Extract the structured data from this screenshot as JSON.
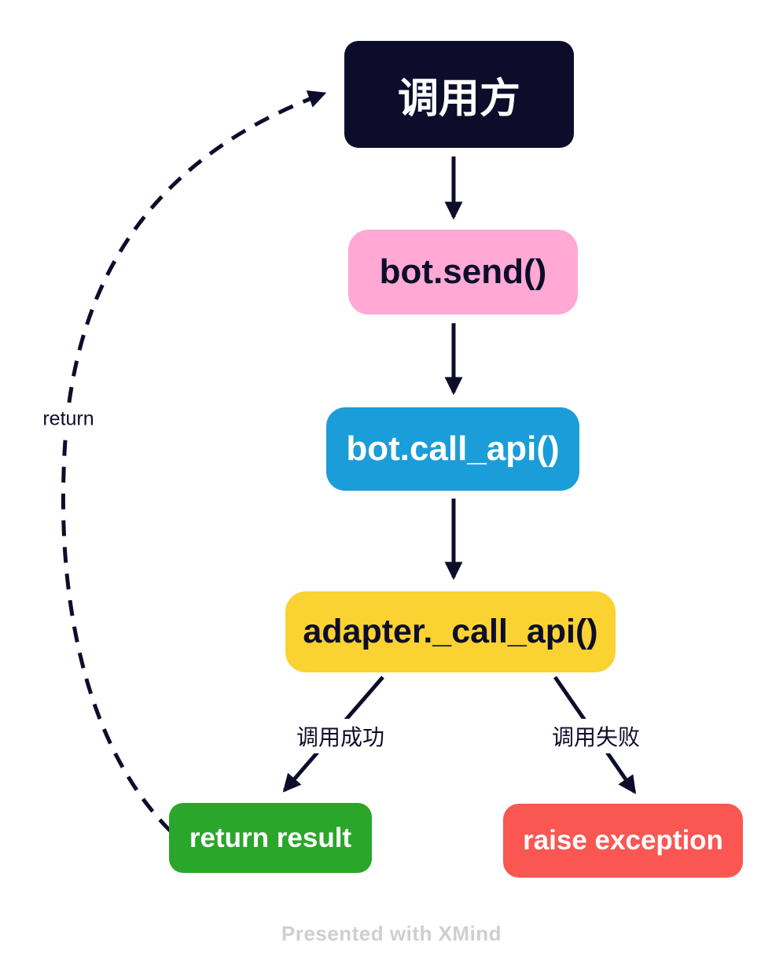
{
  "diagram": {
    "nodes": {
      "caller": {
        "label": "调用方"
      },
      "bot_send": {
        "label": "bot.send()"
      },
      "bot_call_api": {
        "label": "bot.call_api()"
      },
      "adapter_call_api": {
        "label": "adapter._call_api()"
      },
      "return_result": {
        "label": "return result"
      },
      "raise_exception": {
        "label": "raise exception"
      }
    },
    "edge_labels": {
      "success": "调用成功",
      "failure": "调用失败",
      "return_loop": "return"
    },
    "colors": {
      "caller_bg": "#0D0D2B",
      "bot_send_bg": "#FFA9D4",
      "bot_call_api_bg": "#1A9DD8",
      "adapter_call_api_bg": "#FAD232",
      "return_result_bg": "#2AA62A",
      "raise_exception_bg": "#FA5652",
      "arrow": "#0D0D2B",
      "footer_text": "#CFCFCF"
    },
    "footer": "Presented with XMind"
  }
}
